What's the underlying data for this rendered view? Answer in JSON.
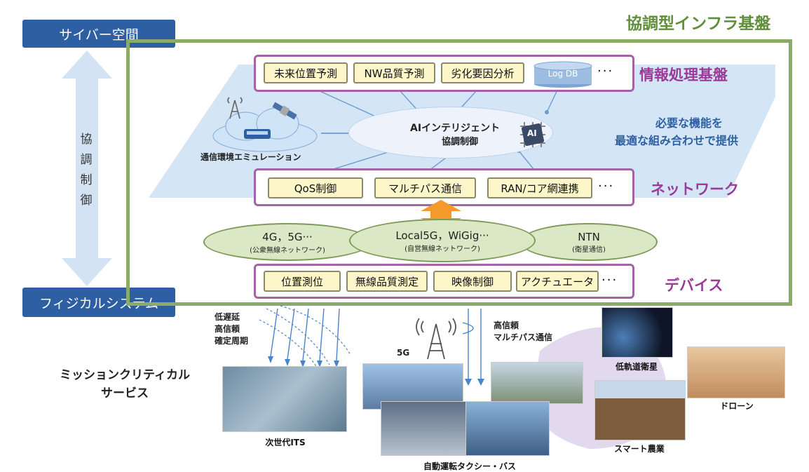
{
  "title": "協調型インフラ基盤",
  "cyber_label": "サイバー空間",
  "physical_label": "フィジカルシステム",
  "coordination_vertical": [
    "協",
    "調",
    "制",
    "御"
  ],
  "info_layer": {
    "label": "情報処理基盤",
    "boxes": [
      "未来位置予測",
      "NW品質予測",
      "劣化要因分析"
    ],
    "db_label": "Log DB",
    "dots": "···"
  },
  "ai_center": {
    "line1": "AIインテリジェント",
    "line2": "協調制御",
    "chip": "AI"
  },
  "emulation_label": "通信環境エミュレーション",
  "right_note": {
    "line1": "必要な機能を",
    "line2": "最適な組み合わせで提供"
  },
  "network_layer": {
    "label": "ネットワーク",
    "boxes": [
      "QoS制御",
      "マルチパス通信",
      "RAN/コア網連携"
    ],
    "dots": "···"
  },
  "networks": [
    {
      "name": "4G，5G···",
      "sub": "(公衆無線ネットワーク)"
    },
    {
      "name": "Local5G，WiGig···",
      "sub": "(自営無線ネットワーク)"
    },
    {
      "name": "NTN",
      "sub": "(衛星通信)"
    }
  ],
  "device_layer": {
    "label": "デバイス",
    "boxes": [
      "位置測位",
      "無線品質測定",
      "映像制御",
      "アクチュエータ"
    ],
    "dots": "···"
  },
  "its_note": [
    "低遅延",
    "高信頼",
    "確定周期"
  ],
  "mission_label": [
    "ミッションクリティカル",
    "サービス"
  ],
  "fiveg_label": "5G",
  "multipath_note": [
    "高信頼",
    "マルチパス通信"
  ],
  "captions": {
    "its": "次世代ITS",
    "taxi": "自動運転タクシー・バス",
    "satellite": "低軌道衛星",
    "drone": "ドローン",
    "agri": "スマート農業"
  },
  "colors": {
    "blue": "#2e5fa3",
    "green": "#5f8f3a",
    "purple": "#9b3a97",
    "orange": "#f39a2a",
    "note_blue": "#2e5fa3"
  }
}
